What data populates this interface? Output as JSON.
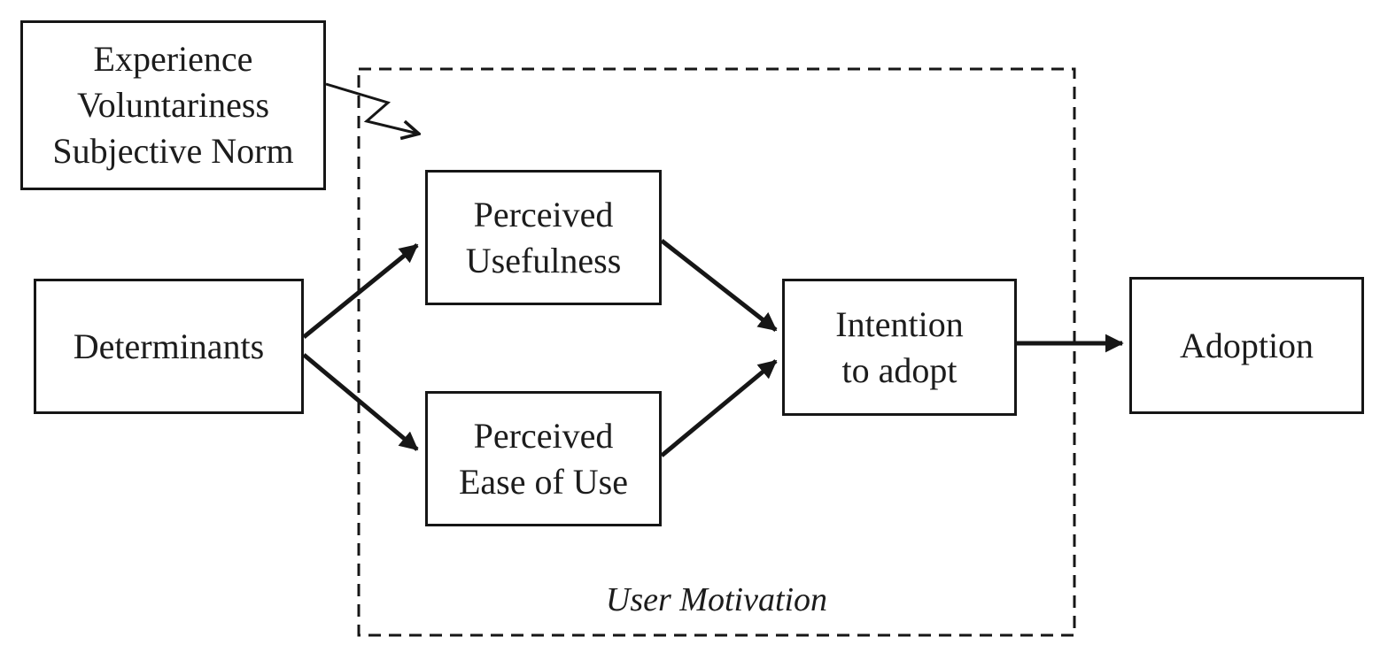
{
  "diagram": {
    "type": "flow-diagram",
    "colors": {
      "background": "#ffffff",
      "line": "#161616",
      "text": "#1c1c1c"
    },
    "nodes": {
      "external_factors": {
        "lines": [
          "Experience",
          "Voluntariness",
          "Subjective Norm"
        ]
      },
      "determinants": {
        "label": "Determinants"
      },
      "perceived_usefulness": {
        "lines": [
          "Perceived",
          "Usefulness"
        ]
      },
      "perceived_ease_of_use": {
        "lines": [
          "Perceived",
          "Ease of Use"
        ]
      },
      "intention_to_adopt": {
        "lines": [
          "Intention",
          "to adopt"
        ]
      },
      "adoption": {
        "label": "Adoption"
      }
    },
    "region": {
      "label": "User Motivation",
      "border_style": "dashed"
    },
    "edges": [
      {
        "from": "determinants",
        "to": "perceived_usefulness",
        "style": "solid-arrow"
      },
      {
        "from": "determinants",
        "to": "perceived_ease_of_use",
        "style": "solid-arrow"
      },
      {
        "from": "perceived_usefulness",
        "to": "intention_to_adopt",
        "style": "solid-arrow"
      },
      {
        "from": "perceived_ease_of_use",
        "to": "intention_to_adopt",
        "style": "solid-arrow"
      },
      {
        "from": "intention_to_adopt",
        "to": "adoption",
        "style": "solid-arrow"
      },
      {
        "from": "external_factors",
        "to": "user_motivation_region",
        "style": "zigzag-arrow"
      }
    ]
  }
}
